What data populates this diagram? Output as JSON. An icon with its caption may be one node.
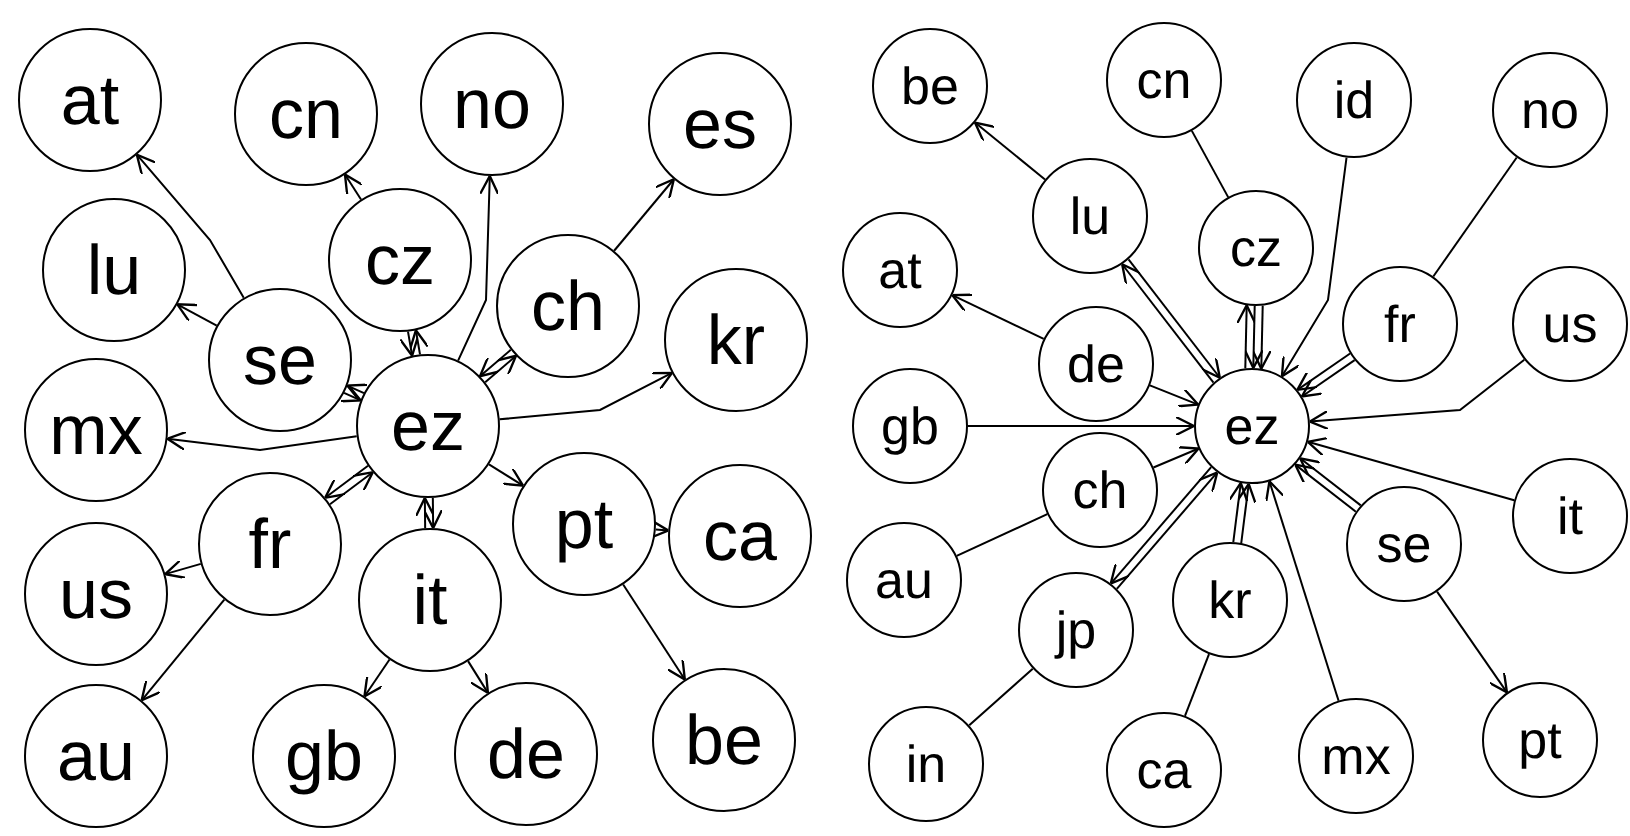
{
  "diagram": {
    "nodes": [
      {
        "text": [
          "at"
        ]
      },
      {
        "text": [
          "cn"
        ]
      },
      {
        "text": [
          "no"
        ]
      },
      {
        "text": [
          "es"
        ]
      },
      {
        "text": [
          "lu"
        ]
      },
      {
        "text": [
          "cz"
        ]
      },
      {
        "text": [
          "se"
        ]
      },
      {
        "text": [
          "ch"
        ]
      },
      {
        "text": [
          "kr"
        ]
      },
      {
        "text": [
          "mx"
        ]
      },
      {
        "text": [
          "ez"
        ]
      },
      {
        "text": [
          "fr"
        ]
      },
      {
        "text": [
          "pt"
        ]
      },
      {
        "text": [
          "ca"
        ]
      },
      {
        "text": [
          "us"
        ]
      },
      {
        "text": [
          "it"
        ]
      },
      {
        "text": [
          "au"
        ]
      },
      {
        "text": [
          "gb"
        ]
      },
      {
        "text": [
          "de"
        ]
      },
      {
        "text": [
          "be"
        ]
      },
      {
        "text": [
          "be"
        ]
      },
      {
        "text": [
          "cn"
        ]
      },
      {
        "text": [
          "id"
        ]
      },
      {
        "text": [
          "no"
        ]
      },
      {
        "text": [
          "lu"
        ]
      },
      {
        "text": [
          "at"
        ]
      },
      {
        "text": [
          "cz"
        ]
      },
      {
        "text": [
          "de"
        ]
      },
      {
        "text": [
          "fr"
        ]
      },
      {
        "text": [
          "us"
        ]
      },
      {
        "text": [
          "gb"
        ]
      },
      {
        "text": [
          "ez"
        ]
      },
      {
        "text": [
          "ch"
        ]
      },
      {
        "text": [
          "au"
        ]
      },
      {
        "text": [
          "it"
        ]
      },
      {
        "text": [
          "se"
        ]
      },
      {
        "text": [
          "jp"
        ]
      },
      {
        "text": [
          "kr"
        ]
      },
      {
        "text": [
          "in"
        ]
      },
      {
        "text": [
          "ca"
        ]
      },
      {
        "text": [
          "mx"
        ]
      },
      {
        "text": [
          "pt"
        ]
      }
    ],
    "edges": [
      {
        "from": 6,
        "to": 0,
        "arrow": "to"
      },
      {
        "from": 6,
        "to": 4,
        "arrow": "to"
      },
      {
        "from": 5,
        "to": 1,
        "arrow": "to"
      },
      {
        "from": 10,
        "to": 5,
        "arrow": "to"
      },
      {
        "from": 5,
        "to": 10,
        "arrow": "to"
      },
      {
        "from": 10,
        "to": 2,
        "arrow": "to"
      },
      {
        "from": 7,
        "to": 3,
        "arrow": "to"
      },
      {
        "from": 10,
        "to": 7,
        "arrow": "to"
      },
      {
        "from": 7,
        "to": 10,
        "arrow": "to"
      },
      {
        "from": 10,
        "to": 8,
        "arrow": "to"
      },
      {
        "from": 10,
        "to": 9,
        "arrow": "to"
      },
      {
        "from": 10,
        "to": 6,
        "arrow": "to"
      },
      {
        "from": 6,
        "to": 10,
        "arrow": "to"
      },
      {
        "from": 11,
        "to": 10,
        "arrow": "to"
      },
      {
        "from": 10,
        "to": 11,
        "arrow": "to"
      },
      {
        "from": 11,
        "to": 14,
        "arrow": "to"
      },
      {
        "from": 11,
        "to": 16,
        "arrow": "to"
      },
      {
        "from": 10,
        "to": 15,
        "arrow": "to"
      },
      {
        "from": 15,
        "to": 10,
        "arrow": "to"
      },
      {
        "from": 15,
        "to": 17,
        "arrow": "to"
      },
      {
        "from": 15,
        "to": 18,
        "arrow": "to"
      },
      {
        "from": 10,
        "to": 12,
        "arrow": "to"
      },
      {
        "from": 12,
        "to": 13,
        "arrow": "to"
      },
      {
        "from": 12,
        "to": 19,
        "arrow": "to"
      },
      {
        "from": 24,
        "to": 20,
        "arrow": "to"
      },
      {
        "from": 21,
        "to": 26,
        "arrow": "none"
      },
      {
        "from": 22,
        "to": 31,
        "arrow": "to"
      },
      {
        "from": 23,
        "to": 28,
        "arrow": "none"
      },
      {
        "from": 26,
        "to": 31,
        "arrow": "to"
      },
      {
        "from": 26,
        "to": 31,
        "arrow": "to"
      },
      {
        "from": 31,
        "to": 26,
        "arrow": "to"
      },
      {
        "from": 28,
        "to": 31,
        "arrow": "to"
      },
      {
        "from": 28,
        "to": 31,
        "arrow": "to"
      },
      {
        "from": 29,
        "to": 31,
        "arrow": "to"
      },
      {
        "from": 24,
        "to": 31,
        "arrow": "to"
      },
      {
        "from": 31,
        "to": 24,
        "arrow": "to"
      },
      {
        "from": 27,
        "to": 25,
        "arrow": "to"
      },
      {
        "from": 27,
        "to": 31,
        "arrow": "to"
      },
      {
        "from": 30,
        "to": 31,
        "arrow": "to"
      },
      {
        "from": 32,
        "to": 31,
        "arrow": "to"
      },
      {
        "from": 33,
        "to": 32,
        "arrow": "none"
      },
      {
        "from": 36,
        "to": 31,
        "arrow": "to"
      },
      {
        "from": 31,
        "to": 36,
        "arrow": "to"
      },
      {
        "from": 38,
        "to": 36,
        "arrow": "none"
      },
      {
        "from": 37,
        "to": 31,
        "arrow": "to"
      },
      {
        "from": 37,
        "to": 31,
        "arrow": "to"
      },
      {
        "from": 39,
        "to": 37,
        "arrow": "none"
      },
      {
        "from": 40,
        "to": 31,
        "arrow": "to"
      },
      {
        "from": 35,
        "to": 31,
        "arrow": "to"
      },
      {
        "from": 35,
        "to": 31,
        "arrow": "to"
      },
      {
        "from": 34,
        "to": 31,
        "arrow": "to"
      },
      {
        "from": 35,
        "to": 41,
        "arrow": "to"
      }
    ]
  }
}
